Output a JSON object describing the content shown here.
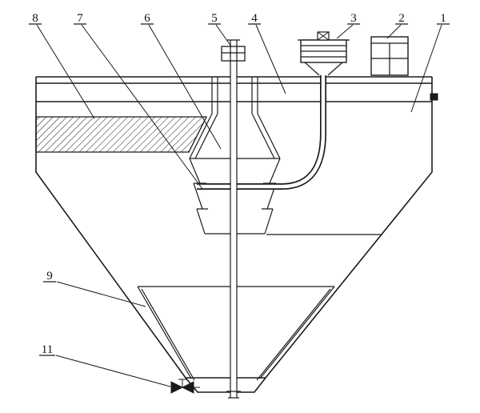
{
  "figure": {
    "type": "technical-sectional-diagram",
    "callouts": {
      "n1": "1",
      "n2": "2",
      "n3": "3",
      "n4": "4",
      "n5": "5",
      "n6": "6",
      "n7": "7",
      "n8": "8",
      "n9": "9",
      "n11": "11"
    },
    "colors": {
      "line": "#1a1a1a",
      "background": "#ffffff"
    }
  }
}
